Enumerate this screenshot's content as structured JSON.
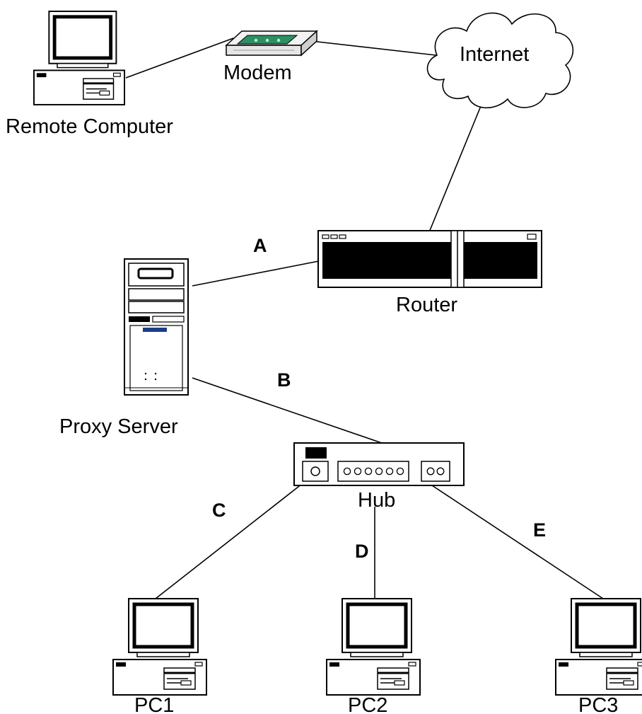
{
  "diagram": {
    "nodes": {
      "remote_computer": {
        "label": "Remote Computer",
        "icon": "computer-icon"
      },
      "modem": {
        "label": "Modem",
        "icon": "modem-icon"
      },
      "internet": {
        "label": "Internet",
        "icon": "cloud-icon"
      },
      "router": {
        "label": "Router",
        "icon": "router-icon"
      },
      "proxy_server": {
        "label": "Proxy Server",
        "icon": "server-tower-icon"
      },
      "hub": {
        "label": "Hub",
        "icon": "hub-icon"
      },
      "pc1": {
        "label": "PC1",
        "icon": "computer-icon"
      },
      "pc2": {
        "label": "PC2",
        "icon": "computer-icon"
      },
      "pc3": {
        "label": "PC3",
        "icon": "computer-icon"
      }
    },
    "links": {
      "a": {
        "label": "A"
      },
      "b": {
        "label": "B"
      },
      "c": {
        "label": "C"
      },
      "d": {
        "label": "D"
      },
      "e": {
        "label": "E"
      }
    }
  }
}
